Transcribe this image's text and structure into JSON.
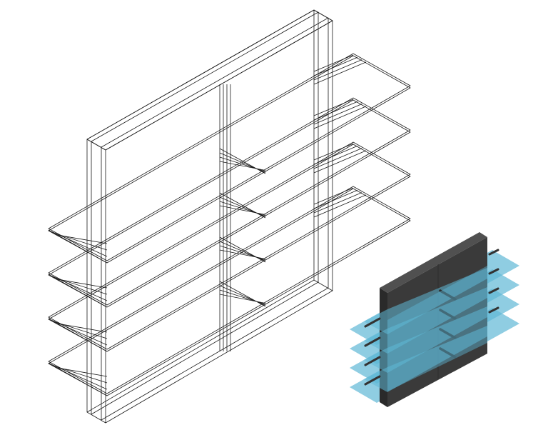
{
  "figure": {
    "views": [
      "wireframe-isometric",
      "shaded-render"
    ],
    "colors": {
      "wireframe_line": "#1a1a1a",
      "panel_dark": "#3a3a3a",
      "panel_top": "#505050",
      "shelf_glass": "#5fb8d6"
    },
    "shelf_count": 4
  }
}
